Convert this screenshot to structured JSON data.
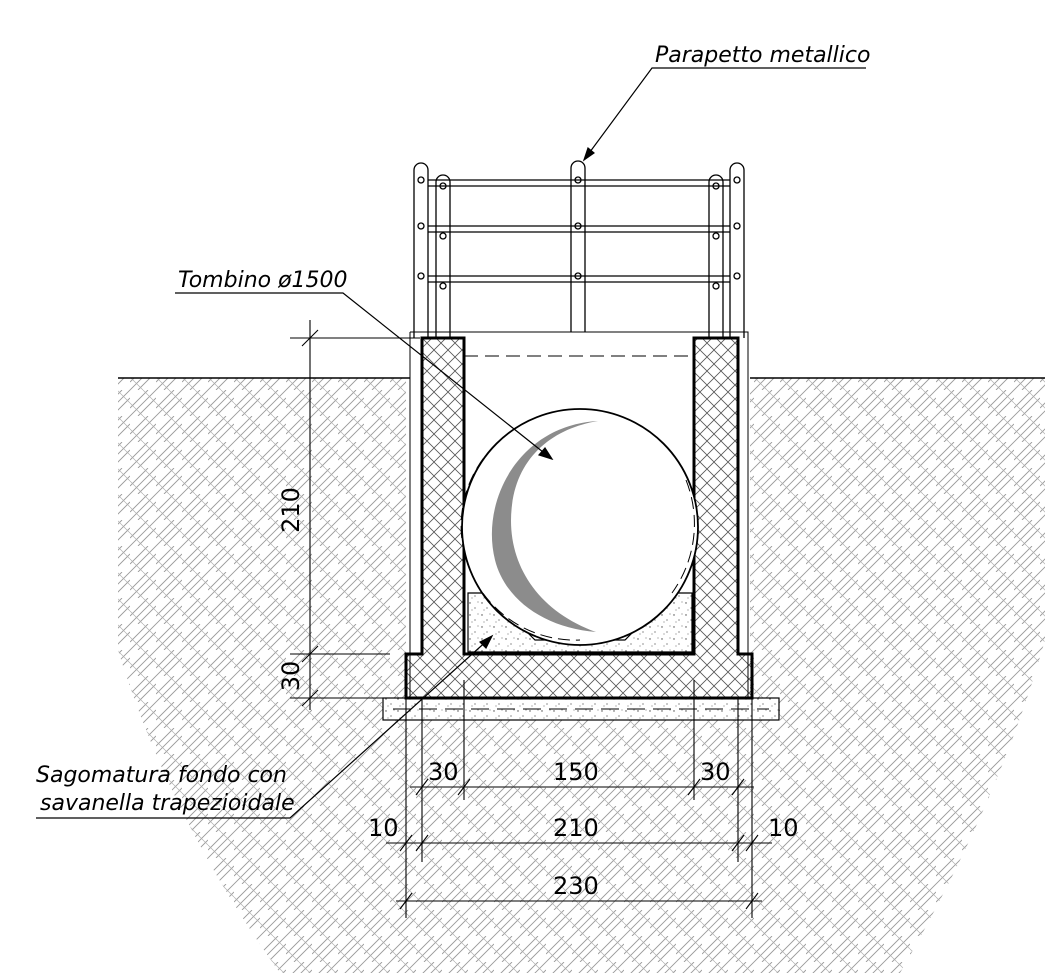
{
  "labels": {
    "parapet": "Parapetto metallico",
    "culvert": "Tombino ø1500",
    "bottom_line1": "Sagomatura fondo con",
    "bottom_line2": "savanella trapezioidale"
  },
  "dimensions": {
    "wall_left": "30",
    "inner_width": "150",
    "wall_right": "30",
    "offset_left": "10",
    "outer_width": "210",
    "offset_right": "10",
    "total_width": "230",
    "wall_height": "210",
    "slab_thickness": "30"
  },
  "colors": {
    "line": "#000000",
    "pipe_shading": "#8c8c8c",
    "hatch": "#9a9a9a"
  }
}
